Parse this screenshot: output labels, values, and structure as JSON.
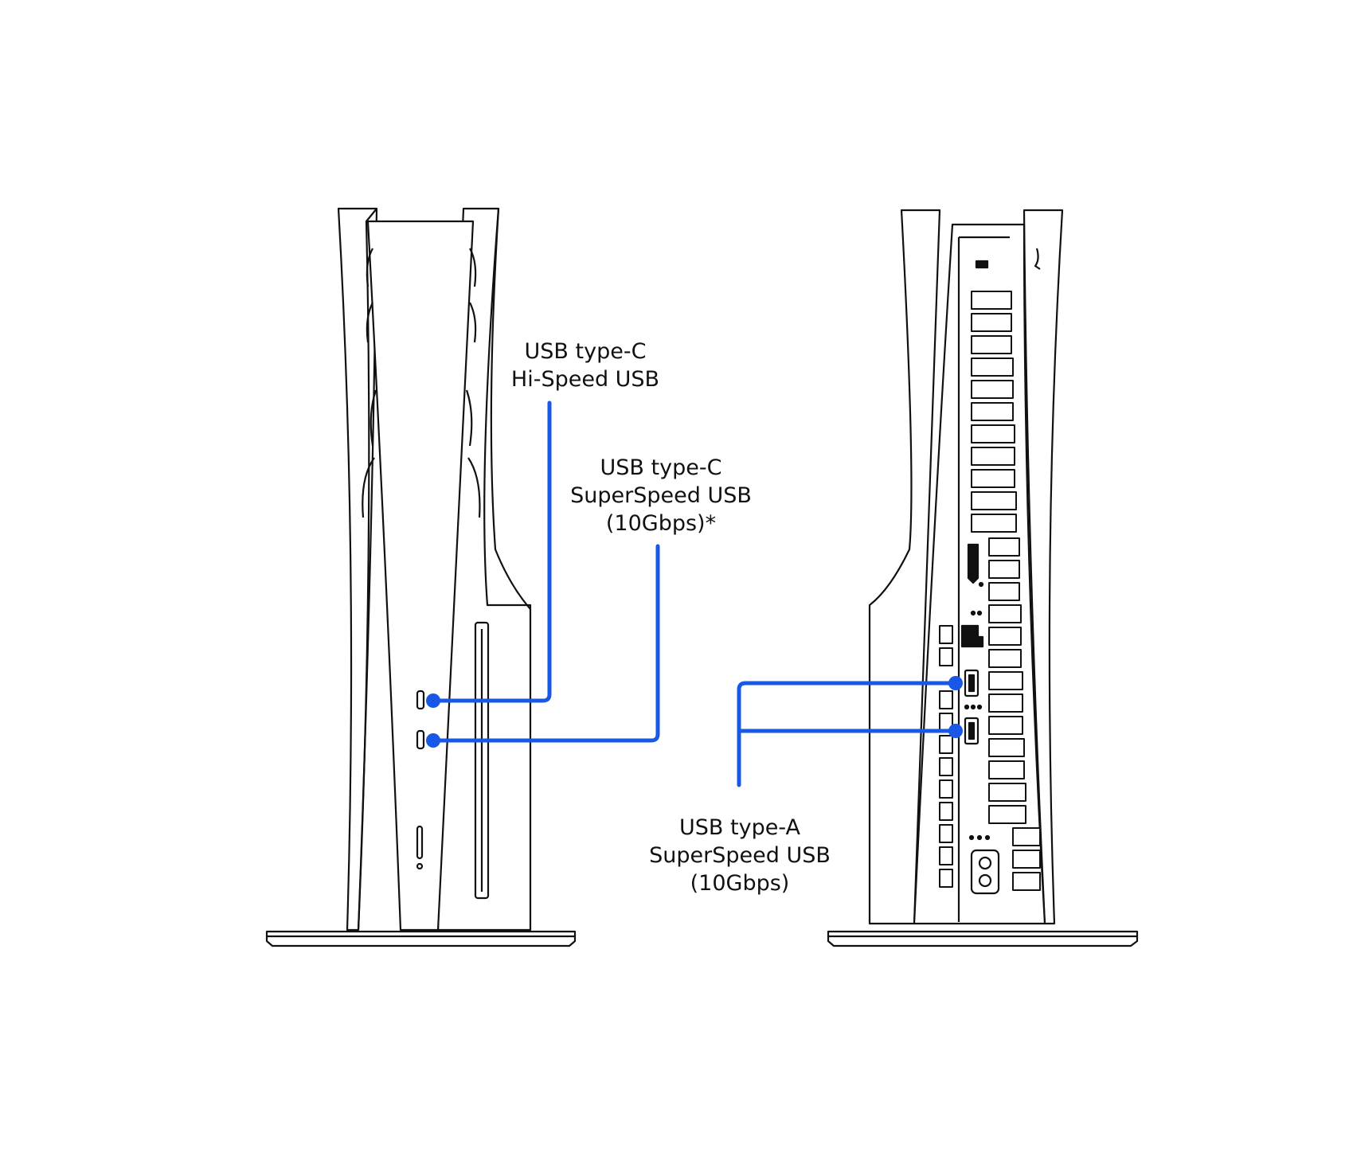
{
  "colors": {
    "background": "#ffffff",
    "outline": "#111111",
    "callout": "#1957e6"
  },
  "callouts": {
    "front_usb_c_hispeed": {
      "line1": "USB type-C",
      "line2": "Hi-Speed USB"
    },
    "front_usb_c_superspeed": {
      "line1": "USB type-C",
      "line2": "SuperSpeed USB",
      "line3": "(10Gbps)*"
    },
    "rear_usb_a_superspeed": {
      "line1": "USB type-A",
      "line2": "SuperSpeed USB",
      "line3": "(10Gbps)"
    }
  }
}
